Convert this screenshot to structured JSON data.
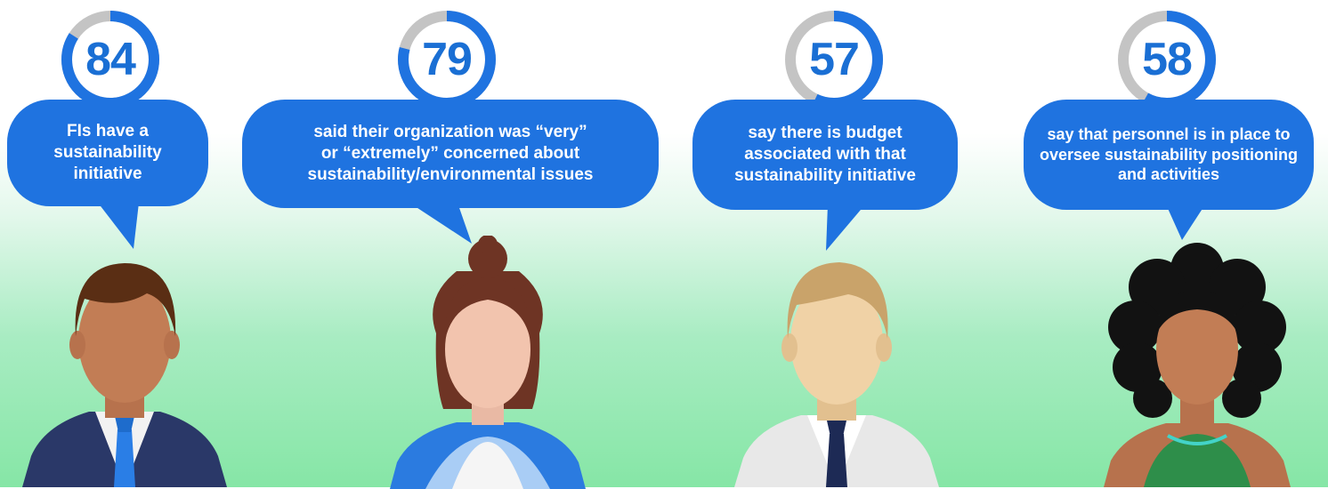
{
  "colors": {
    "accent": "#1f73e0",
    "ring_track": "#c4c4c4",
    "number": "#1a6fd4",
    "background_bottom": "#86e6a6"
  },
  "stats": [
    {
      "value": 84,
      "percent": 84,
      "text": "FIs have a sustainability initiative",
      "lines": [
        "FIs have a",
        "sustainability",
        "initiative"
      ]
    },
    {
      "value": 79,
      "percent": 79,
      "text": "said their organization was “very” or “extremely” concerned about sustainability/environmental issues",
      "lines": [
        "said their organization was “very”",
        "or “extremely” concerned about",
        "sustainability/environmental issues"
      ]
    },
    {
      "value": 57,
      "percent": 57,
      "text": "say there is budget associated with that sustainability initiative",
      "lines": [
        "say there is budget",
        "associated with that",
        "sustainability initiative"
      ]
    },
    {
      "value": 58,
      "percent": 58,
      "text": "say that personnel is in place to oversee sustainability positioning and activities",
      "lines": [
        "say that personnel is in place to",
        "oversee sustainability positioning",
        "and activities"
      ]
    }
  ]
}
